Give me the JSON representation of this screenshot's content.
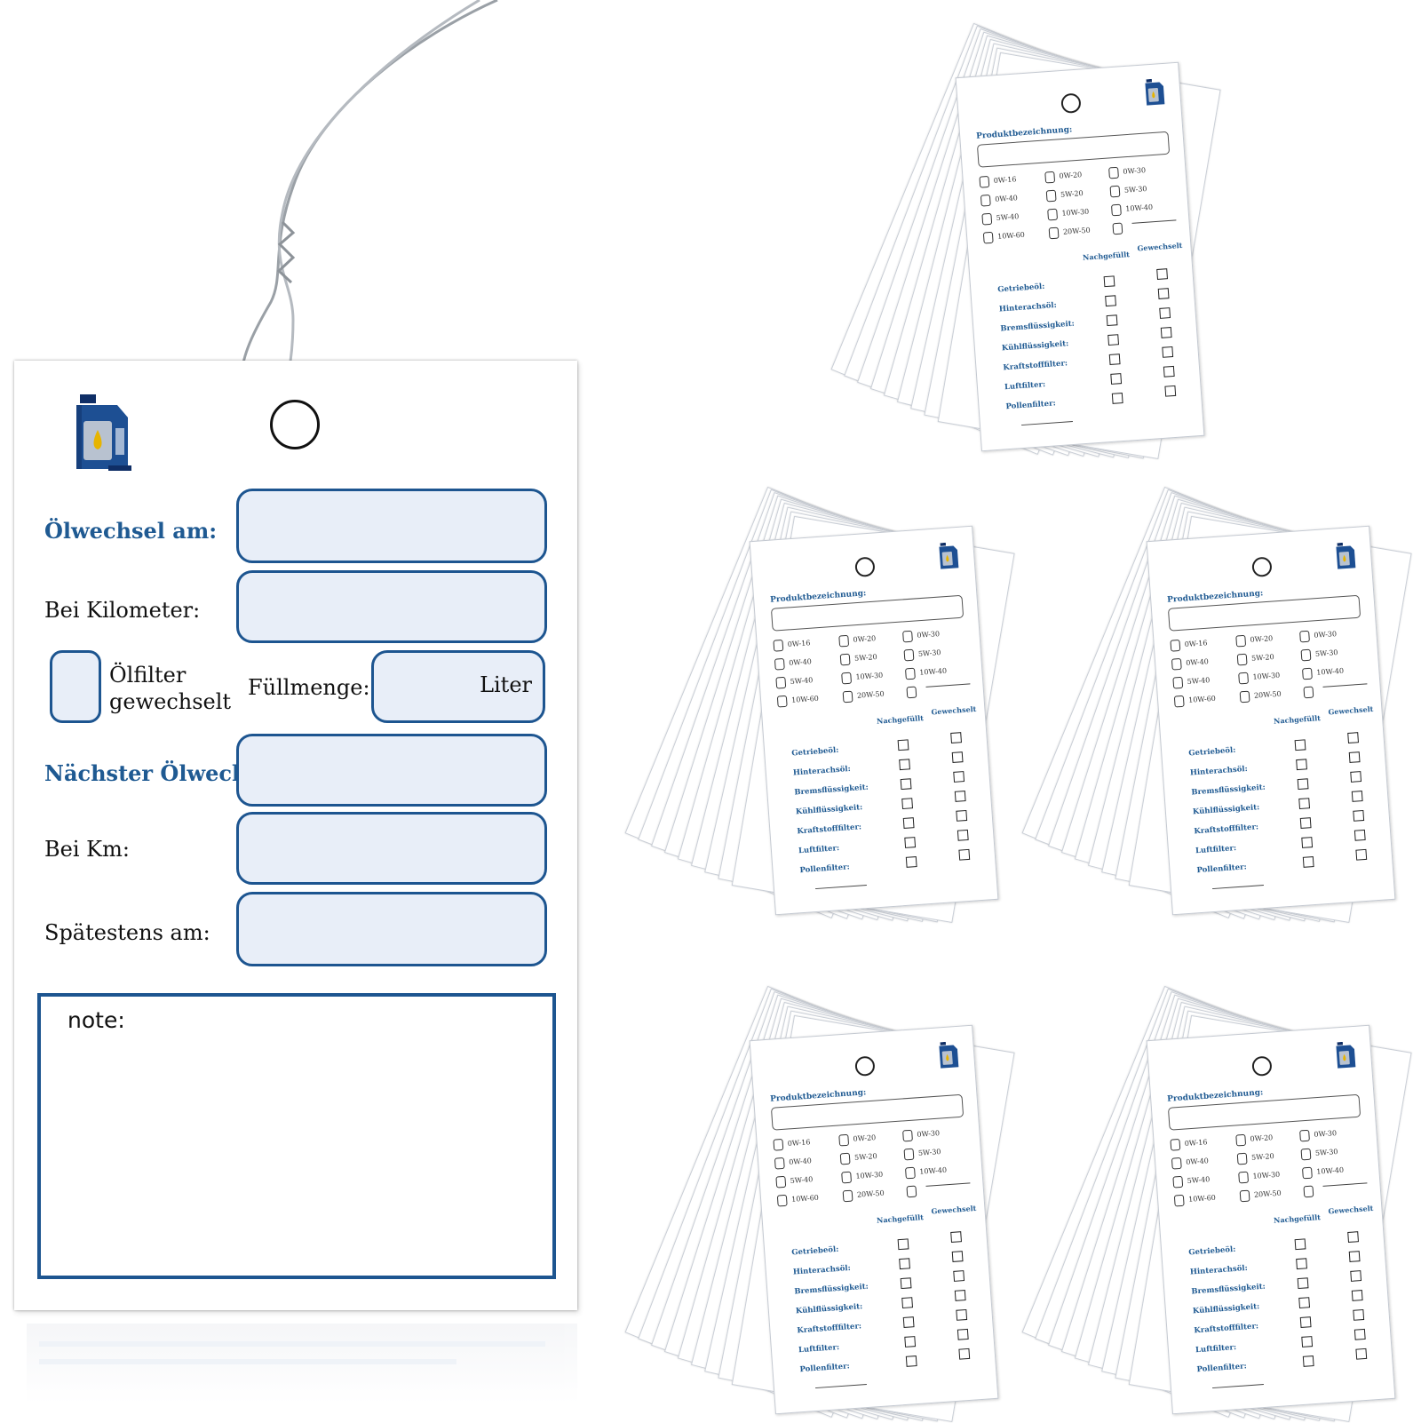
{
  "main_tag": {
    "oil_change_label": "Ölwechsel am:",
    "mileage_label": "Bei Kilometer:",
    "filter_label_line1": "Ölfilter",
    "filter_label_line2": "gewechselt",
    "fill_amount_label": "Füllmenge:",
    "fill_unit": "Liter",
    "next_change_label": "Nächster Ölwechsel",
    "next_km_label": "Bei Km:",
    "latest_label": "Spätestens am:",
    "note_label": "note:"
  },
  "mini_tag": {
    "product_label": "Produktbezeichnung:",
    "viscosity_options": [
      [
        "0W-16",
        "0W-40",
        "5W-40",
        "10W-60"
      ],
      [
        "0W-20",
        "5W-20",
        "10W-30",
        "20W-50"
      ],
      [
        "0W-30",
        "5W-30",
        "10W-40"
      ]
    ],
    "columns": [
      "Nachgefüllt",
      "Gewechselt"
    ],
    "rows": [
      "Getriebeöl:",
      "Hinterachsöl:",
      "Bremsflüssigkeit:",
      "Kühlflüssigkeit:",
      "Kraftstofffilter:",
      "Luftfilter:",
      "Pollenfilter:"
    ]
  },
  "colors": {
    "brand_blue": "#1d5590",
    "field_fill": "#e8eef8",
    "text_blue": "#1f5a92"
  },
  "icons": [
    "oil-canister-icon"
  ]
}
